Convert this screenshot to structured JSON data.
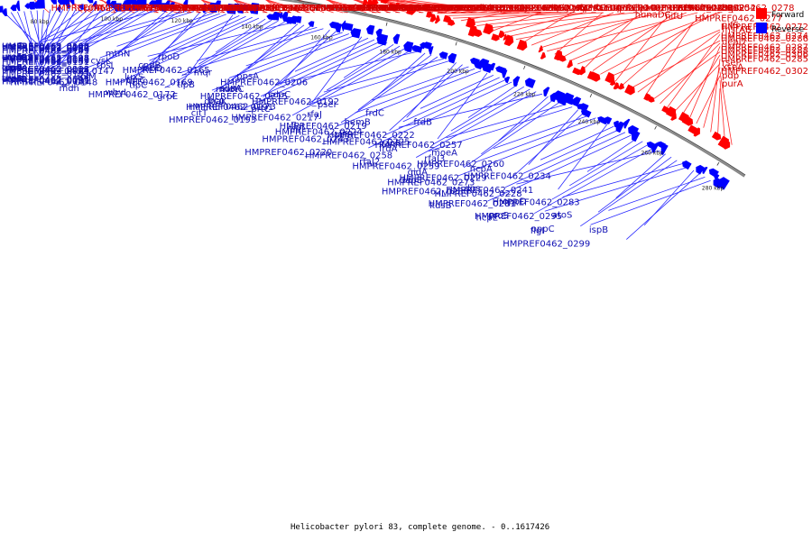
{
  "legend": {
    "forward": "Forward",
    "reverse": "Reverse",
    "forward_color": "#ff0000",
    "reverse_color": "#0000ff"
  },
  "caption": "Helicobacter pylori 83, complete genome. - 0..1617426",
  "kbp_ticks": [
    "80 kbp",
    "100 kbp",
    "120 kbp",
    "140 kbp",
    "160 kbp",
    "180 kbp",
    "200 kbp",
    "220 kbp",
    "240 kbp",
    "260 kbp",
    "280 kbp"
  ],
  "forward_labels": [
    "HMPREF0462_0082",
    "HMPREF0462_0109",
    "HMPREF0462_0129",
    "rpsT",
    "prfA",
    "HMPREF0462_0115",
    "HMPREF0462_0117",
    "hprA",
    "HMPREF0462_0145",
    "HMPREF0462_0144",
    "HMPREF0462_0132",
    "HMPREF0462_0155",
    "HMPREF0462_0133",
    "ccrM",
    "tlpA",
    "topA2",
    "HMPREF0462_0166",
    "HMPREF0462_0156",
    "thrS",
    "HMPREF0462_0167",
    "HMPREF0462_0171",
    "aroF",
    "lctP",
    "infC",
    "rpmI",
    "rplT",
    "HMPREF0462_0184",
    "HMPREF0462_0179",
    "HMPREF0462_0183",
    "HMPREF0462_0189",
    "HMPREF0462_0182",
    "HMPREF0462_0195",
    "HMPREF0462_0185",
    "HMPREF0462_0181",
    "HMPREF0462_0180",
    "HMPREF0462_0204",
    "HMPREF0462_0203",
    "HMPREF0462_0202",
    "HMPREF0462_0210",
    "HMPREF0462_0209",
    "HMPREF0462_0200",
    "ccoP",
    "ccoO",
    "ccoN",
    "eno",
    "recA",
    "HMPREF0462_0205",
    "aroK",
    "HMPREF0462_0212",
    "hcpD",
    "HMPREF0462_0230",
    "efp",
    "fba",
    "lysS",
    "glyA",
    "HMPREF0462_0239",
    "HMPREF0462_0236",
    "tpiA",
    "fabI",
    "lpxD",
    "ndk",
    "plsX",
    "fabH",
    "HMPREF0462_0252",
    "HMPREF0462_0240",
    "rpmF",
    "HMPREF0462_0242",
    "metK",
    "mrp",
    "HMPREF0462_0256",
    "hofE",
    "htpG",
    "hunaDC",
    "cdsA",
    "dxr",
    "nifS",
    "nifU",
    "HMPREF0462_0278",
    "HMPREF0462_0274",
    "HMPREF0462_0272",
    "HMPREF0462_0277",
    "HMPREF0462_0287",
    "HMPREF0462_0286",
    "msrAB",
    "HMPREF0462_0285",
    "HMPREF0462_0288",
    "deaD",
    "HMPREF0462_0302",
    "rseP",
    "HMPREF0462_0306",
    "purA",
    "pdp",
    "xseA"
  ],
  "reverse_labels": [
    "HMPREF0462_0101",
    "HMPREF0462_0083",
    "HMPREF0462_0084",
    "HMPREF0462_0085",
    "HMPREF0462_0086",
    "HMPREF0462_0087",
    "HMPREF0462_0088",
    "HMPREF0462_0093",
    "HMPREF0462_0094",
    "comB2",
    "glmM",
    "ureD",
    "ureG",
    "ureF",
    "ureE",
    "ureI",
    "ureC",
    "ureA",
    "topA",
    "tnpA",
    "HMPREF0462_0100",
    "trbI",
    "lspA",
    "comB",
    "HMPREF0462_0107",
    "HMPREF0462_0108",
    "HMPREF0462_0111",
    "HMPREF0462_0137",
    "HMPREF0462_0138",
    "HMPREF0462_0140",
    "HMPREF0462_0147",
    "HMPREF0462_0148",
    "HMPREF0462_0149",
    "HMPREF0462_0151",
    "HMPREF0462_0153",
    "tlpC",
    "mtnN",
    "rpsI",
    "rplM",
    "mdh",
    "rpoD",
    "fabD",
    "thrC",
    "wbyL",
    "cysK",
    "mqr",
    "tlpB",
    "grpE",
    "cpdB",
    "luxS",
    "metC",
    "dnaK",
    "HMPREF0462_0165",
    "HMPREF0462_0169",
    "HMPREF0462_0172",
    "HMPREF0462_0173",
    "ppsA",
    "sdaA",
    "bcp",
    "citT",
    "HMPREF0462_0206",
    "sdaC",
    "HMPREF0462_0191",
    "HMPREF0462_0193",
    "mutY",
    "HMPREF0462_0192",
    "rfaJ",
    "lnt",
    "HMPREF0462_0215",
    "prtC",
    "hemB",
    "prfB",
    "pseI",
    "HMPREF0462_0217",
    "fliR",
    "racR",
    "frdC",
    "HMPREF0462_0219",
    "HMPREF0462_0243",
    "HMPREF0462_0220",
    "frdB",
    "HMPREF0462_0222",
    "frdA",
    "rfaJ2",
    "HMPREF0462_0224",
    "HMPREF0462_0257",
    "rfaJ3",
    "gidA",
    "HMPREF0462_0225",
    "HMPREF0462_0258",
    "hcpA",
    "HMPREF0462_0273",
    "moeA",
    "HMPREF0462_0259",
    "dapE",
    "HMPREF0462_0228",
    "HMPREF0462_0260",
    "HMPREF0462_0229",
    "HMPREF0462_0280",
    "kdsB",
    "HMPREF0462_0234",
    "HMPREF0462_0241",
    "HMPREF0462_0281",
    "hcpE",
    "dps",
    "HMPREF0462_0283",
    "HMPREF0462_0295",
    "flgI",
    "oppD",
    "proS",
    "ispB",
    "HMPREF0462_0299",
    "atoS",
    "oppC"
  ]
}
